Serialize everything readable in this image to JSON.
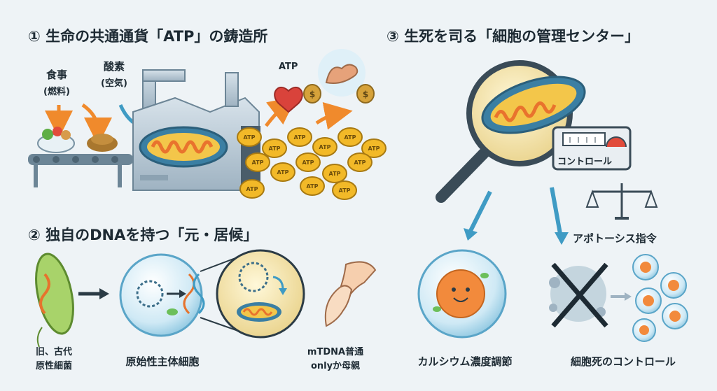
{
  "section1": {
    "title": "① 生命の共通通貨「ATP」の鋳造所",
    "food_label": "食事",
    "food_sub": "(燃料)",
    "oxygen_label": "酸素",
    "oxygen_sub": "(空気)",
    "atp_label": "ATP",
    "coin_text": "ATP"
  },
  "section2": {
    "title": "② 独自のDNAを持つ「元・居候」",
    "bacteria_label_1": "旧、古代",
    "bacteria_label_2": "原性細菌",
    "host_label": "原始性主体細胞",
    "mtdna_label_1": "mTDNA普通",
    "mtdna_label_2": "onlyか母親"
  },
  "section3": {
    "title": "③ 生死を司る「細胞の管理センター」",
    "panel_label": "コントロール",
    "apoptosis_label": "アポトーシス指令",
    "calcium_label": "カルシウム濃度調節",
    "death_label": "細胞死のコントロール"
  },
  "colors": {
    "background": "#eef3f6",
    "accent_orange": "#f08a2c",
    "accent_blue": "#3f9bc4",
    "gold": "#f2b928"
  }
}
